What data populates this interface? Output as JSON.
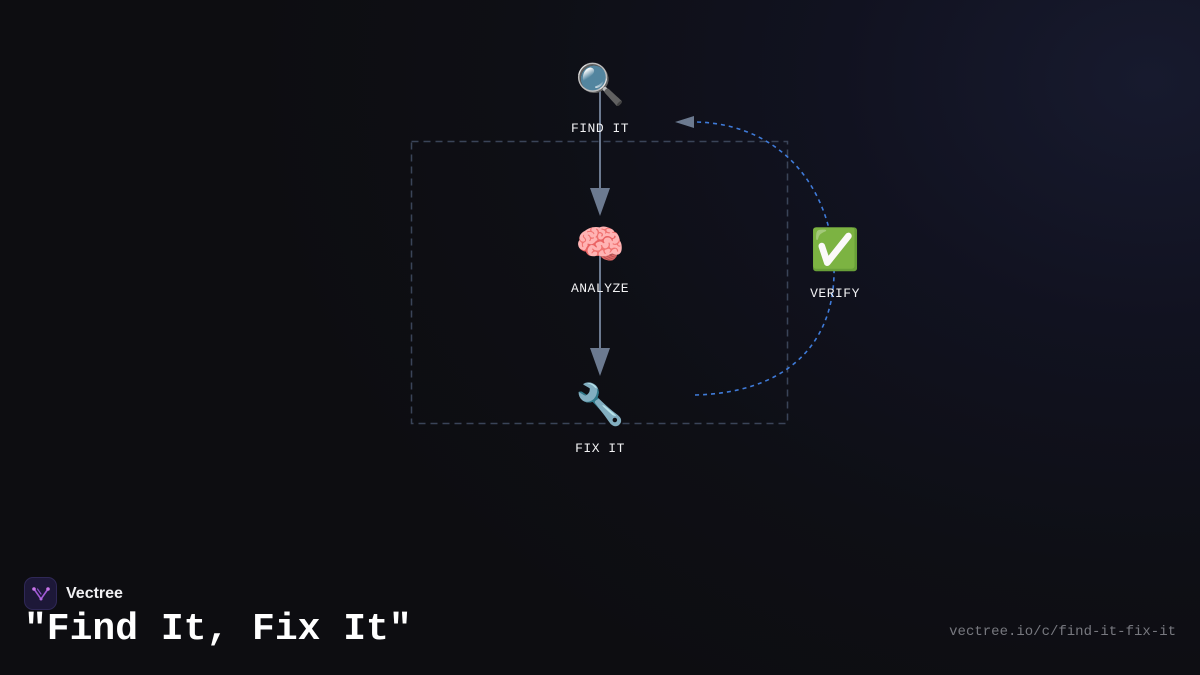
{
  "diagram": {
    "nodes": [
      {
        "id": "find",
        "label": "FIND IT",
        "icon": "magnifier-icon",
        "glyph": "🔍"
      },
      {
        "id": "analyze",
        "label": "ANALYZE",
        "icon": "brain-icon",
        "glyph": "🧠"
      },
      {
        "id": "fix",
        "label": "FIX IT",
        "icon": "wrench-icon",
        "glyph": "🔧"
      },
      {
        "id": "verify",
        "label": "VERIFY",
        "icon": "check-mark-icon",
        "glyph": "✅"
      }
    ],
    "edges": [
      {
        "from": "find",
        "to": "analyze",
        "style": "solid"
      },
      {
        "from": "analyze",
        "to": "fix",
        "style": "solid"
      },
      {
        "from": "fix",
        "to": "find",
        "via": "verify",
        "style": "dashed"
      }
    ],
    "colors": {
      "spine": "#1c2434",
      "arrow": "#6c7a90",
      "loop": "#3f7bd9",
      "box": "#3a4458"
    }
  },
  "footer": {
    "brand": "Vectree",
    "logo_icon": "vectree-logo-icon",
    "title": "\"Find It, Fix It\"",
    "url": "vectree.io/c/find-it-fix-it"
  }
}
